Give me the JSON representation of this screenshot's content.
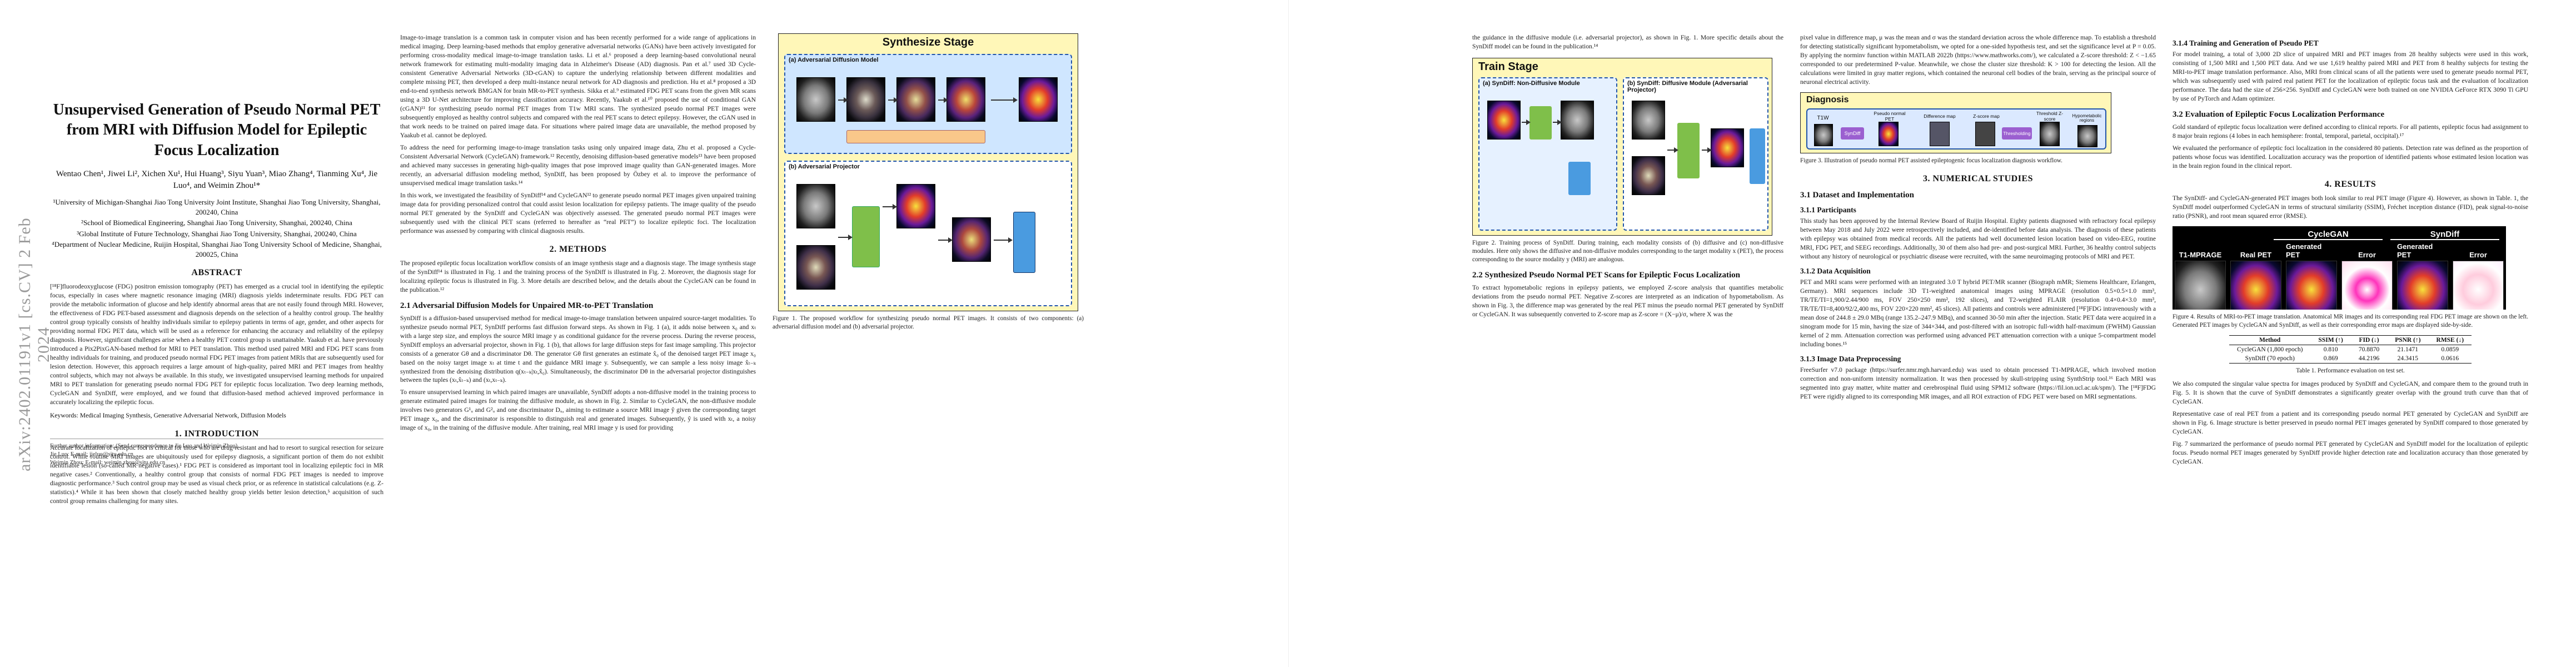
{
  "arxiv_stamp": "arXiv:2402.01191v1  [cs.CV]  2 Feb 2024",
  "paper": {
    "title": "Unsupervised Generation of Pseudo Normal PET from MRI with Diffusion Model for Epileptic Focus Localization",
    "authors": "Wentao Chen¹, Jiwei Li², Xichen Xu¹, Hui Huang³, Siyu Yuan³, Miao Zhang⁴, Tianming Xu⁴, Jie Luo⁴, and Weimin Zhou¹*",
    "affiliations": [
      "¹University of Michigan-Shanghai Jiao Tong University Joint Institute, Shanghai Jiao Tong University, Shanghai, 200240, China",
      "²School of Biomedical Engineering, Shanghai Jiao Tong University, Shanghai, 200240, China",
      "³Global Institute of Future Technology, Shanghai Jiao Tong University, Shanghai, 200240, China",
      "⁴Department of Nuclear Medicine, Ruijin Hospital, Shanghai Jiao Tong University School of Medicine, Shanghai, 200025, China"
    ],
    "abstract_heading": "ABSTRACT",
    "abstract": "[¹⁸F]fluorodeoxyglucose (FDG) positron emission tomography (PET) has emerged as a crucial tool in identifying the epileptic focus, especially in cases where magnetic resonance imaging (MRI) diagnosis yields indeterminate results. FDG PET can provide the metabolic information of glucose and help identify abnormal areas that are not easily found through MRI. However, the effectiveness of FDG PET-based assessment and diagnosis depends on the selection of a healthy control group. The healthy control group typically consists of healthy individuals similar to epilepsy patients in terms of age, gender, and other aspects for providing normal FDG PET data, which will be used as a reference for enhancing the accuracy and reliability of the epilepsy diagnosis. However, significant challenges arise when a healthy PET control group is unattainable. Yaakub et al. have previously introduced a Pix2PixGAN-based method for MRI to PET translation. This method used paired MRI and FDG PET scans from healthy individuals for training, and produced pseudo normal FDG PET images from patient MRIs that are subsequently used for lesion detection. However, this approach requires a large amount of high-quality, paired MRI and PET images from healthy control subjects, which may not always be available. In this study, we investigated unsupervised learning methods for unpaired MRI to PET translation for generating pseudo normal FDG PET for epileptic focus localization. Two deep learning methods, CycleGAN and SynDiff, were employed, and we found that diffusion-based method achieved improved performance in accurately localizing the epileptic focus.",
    "keywords": "Keywords: Medical Imaging Synthesis, Generative Adversarial Network, Diffusion Models",
    "intro_heading": "1. INTRODUCTION",
    "intro": "Accurate localization of epileptic foci is critical for those who are drug-resistant and had to resort to surgical resection for seizure control. While routine MRI images are ubiquitously used for epilepsy diagnosis, a significant portion of them do not exhibit identifiable lesion (so-called MR negative cases).¹ FDG PET is considered as important tool in localizing epileptic foci in MR negative cases.² Conventionally, a healthy control group that consists of normal FDG PET images is needed to improve diagnostic performance.³ Such control group may be used as visual check prior, or as reference in statistical calculations (e.g. Z-statistics).⁴ While it has been shown that closely matched healthy group yields better lesion detection,⁵ acquisition of such control group remains challenging for many sites.",
    "footnote": "Further author information: (Send correspondence to Jie Luo and Weimin Zhou)\nJie Luo: E-mail: jieluo@sjtu.edu.cn\nWeimin Zhou: E-mail: weimin.zhou@sjtu.edu.cn",
    "col2_para1": "Image-to-image translation is a common task in computer vision and has been recently performed for a wide range of applications in medical imaging. Deep learning-based methods that employ generative adversarial networks (GANs) have been actively investigated for performing cross-modality medical image-to-image translation tasks. Li et al.⁶ proposed a deep learning-based convolutional neural network framework for estimating multi-modality imaging data in Alzheimer's Disease (AD) diagnosis. Pan et al.⁷ used 3D Cycle-consistent Generative Adversarial Networks (3D-cGAN) to capture the underlying relationship between different modalities and complete missing PET, then developed a deep multi-instance neural network for AD diagnosis and prediction. Hu et al.⁸ proposed a 3D end-to-end synthesis network BMGAN for brain MR-to-PET synthesis. Sikka et al.⁹ estimated FDG PET scans from the given MR scans using a 3D U-Net architecture for improving classification accuracy. Recently, Yaakub et al.¹⁰ proposed the use of conditional GAN (cGAN)¹¹ for synthesizing pseudo normal PET images from T1w MRI scans. The synthesized pseudo normal PET images were subsequently employed as healthy control subjects and compared with the real PET scans to detect epilepsy. However, the cGAN used in that work needs to be trained on paired image data. For situations where paired image data are unavailable, the method proposed by Yaakub et al. cannot be deployed.",
    "col2_para2": "To address the need for performing image-to-image translation tasks using only unpaired image data, Zhu et al. proposed a Cycle-Consistent Adversarial Network (CycleGAN) framework.¹² Recently, denoising diffusion-based generative models¹³ have been proposed and achieved many successes in generating high-quality images that pose improved image quality than GAN-generated images. More recently, an adversarial diffusion modeling method, SynDiff, has been proposed by Özbey et al. to improve the performance of unsupervised medical image translation tasks.¹⁴",
    "col2_para3": "In this work, we investigated the feasibility of SynDiff¹⁴ and CycleGAN¹² to generate pseudo normal PET images given unpaired training image data for providing personalized control that could assist lesion localization for epilepsy patients. The image quality of the pseudo normal PET generated by the SynDiff and CycleGAN was objectively assessed. The generated pseudo normal PET images were subsequently used with the clinical PET scans (referred to hereafter as “real PET”) to localize epileptic foci. The localization performance was assessed by comparing with clinical diagnosis results.",
    "methods_heading": "2. METHODS",
    "methods_text": "The proposed epileptic focus localization workflow consists of an image synthesis stage and a diagnosis stage. The image synthesis stage of the SynDiff¹⁴ is illustrated in Fig. 1 and the training process of the SynDiff is illustrated in Fig. 2. Moreover, the diagnosis stage for localizing epileptic focus is illustrated in Fig. 3. More details are described below, and the details about the CycleGAN can be found in the publication.¹²",
    "sec21_heading": "2.1 Adversarial Diffusion Models for Unpaired MR-to-PET Translation",
    "sec21_text": "SynDiff is a diffusion-based unsupervised method for medical image-to-image translation between unpaired source-target modalities. To synthesize pseudo normal PET, SynDiff performs fast diffusion forward steps. As shown in Fig. 1 (a), it adds noise between x₀ and xₜ with a large step size, and employs the source MRI image y as conditional guidance for the reverse process. During the reverse process, SynDiff employs an adversarial projector, shown in Fig. 1 (b), that allows for large diffusion steps for fast image sampling. This projector consists of a generator Gθ and a discriminator Dθ. The generator Gθ first generates an estimate x̂₀ of the denoised target PET image x₀ based on the noisy target image xₜ at time t and the guidance MRI image y. Subsequently, we can sample a less noisy image x̂ₜ₋ₖ synthesized from the denoising distribution q(xₜ₋ₖ|xₜ,x̂₀). Simultaneously, the discriminator Dθ in the adversarial projector distinguishes between the tuples (xₜ,x̂ₜ₋ₖ) and (xₜ,xₜ₋ₖ).",
    "sec21_text2": "To ensure unsupervised learning in which paired images are unavailable, SynDiff adopts a non-diffusive model in the training process to generate estimated paired images for training the diffusive module, as shown in Fig. 2. Similar to CycleGAN, the non-diffusive module involves two generators G¹ᵤ and G²ᵤ and one discriminator Dᵤ, aiming to estimate a source MRI image ŷ given the corresponding target PET image x₀, and the discriminator is responsible to distinguish real and generated images. Subsequently, ŷ is used with xₜ, a noisy image of x₀, in the training of the diffusive module. After training, real MRI image y is used for providing",
    "fig1_title": "Synthesize Stage",
    "fig1_panel_a": "(a) Adversarial Diffusion Model",
    "fig1_panel_b": "(b) Adversarial Projector",
    "fig1_caption": "Figure 1. The proposed workflow for synthesizing pseudo normal PET images. It consists of two components: (a) adversarial diffusion model and (b) adversarial projector.",
    "p2c1_text": "the guidance in the diffusive module (i.e. adversarial projector), as shown in Fig. 1. More specific details about the SynDiff model can be found in the publication.¹⁴",
    "fig2_title": "Train Stage",
    "fig2_panel_a": "(a) SynDiff: Non-Diffusive Module",
    "fig2_panel_b": "(b) SynDiff: Diffusive Module (Adversarial Projector)",
    "fig2_caption": "Figure 2. Training process of SynDiff. During training, each modality consists of (b) diffusive and (c) non-diffusive modules. Here only shows the diffusive and non-diffusive modules corresponding to the target modality x (PET), the process corresponding to the source modality y (MRI) are analogous.",
    "sec22_heading": "2.2 Synthesized Pseudo Normal PET Scans for Epileptic Focus Localization",
    "sec22_text": "To extract hypometabolic regions in epilepsy patients, we employed Z-score analysis that quantifies metabolic deviations from the pseudo normal PET. Negative Z-scores are interpreted as an indication of hypometabolism. As shown in Fig. 3, the difference map was generated by the real PET minus the pseudo normal PET generated by SynDiff or CycleGAN. It was subsequently converted to Z-score map as Z-score = (X−μ)/σ, where X was the",
    "p2c2_para1": "pixel value in difference map, μ was the mean and σ was the standard deviation across the whole difference map. To establish a threshold for detecting statistically significant hypometabolism, we opted for a one-sided hypothesis test, and set the significance level at P = 0.05. By applying the norminv function within MATLAB 2022b (https://www.mathworks.com/), we calculated a Z-score threshold: Z < −1.65 corresponded to our predetermined P-value. Meanwhile, we chose the cluster size threshold: K > 100 for detecting the lesion. All the calculations were limited in gray matter regions, which contained the neuronal cell bodies of the brain, serving as the principal source of neuronal electrical activity.",
    "fig3_title": "Diagnosis",
    "fig3_blocks": [
      "T1W",
      "SynDiff",
      "Pseudo normal PET",
      "Difference map",
      "Z-score map",
      "Thresholding",
      "Threshold Z-score",
      "Hypometabolic regions"
    ],
    "fig3_caption": "Figure 3. Illustration of pseudo normal PET assisted epileptogenic focus localization diagnosis workflow.",
    "num_heading": "3. NUMERICAL STUDIES",
    "sec31_heading": "3.1 Dataset and Implementation",
    "sec311_heading": "3.1.1 Participants",
    "sec311_text": "This study has been approved by the Internal Review Board of Ruijin Hospital. Eighty patients diagnosed with refractory focal epilepsy between May 2018 and July 2022 were retrospectively included, and de-identified before data analysis. The diagnosis of these patients with epilepsy was obtained from medical records. All the patients had well documented lesion location based on video-EEG, routine MRI, FDG PET, and SEEG recordings. Additionally, 30 of them also had pre- and post-surgical MRI. Further, 36 healthy control subjects without any history of neurological or psychiatric disease were recruited, with the same neuroimaging protocols of MRI and PET.",
    "sec312_heading": "3.1.2 Data Acquisition",
    "sec312_text": "PET and MRI scans were performed with an integrated 3.0 T hybrid PET/MR scanner (Biograph mMR; Siemens Healthcare, Erlangen, Germany). MRI sequences include 3D T1-weighted anatomical images using MPRAGE (resolution 0.5×0.5×1.0 mm³, TR/TE/TI=1,900/2.44/900 ms, FOV 250×250 mm², 192 slices), and T2-weighted FLAIR (resolution 0.4×0.4×3.0 mm³, TR/TE/TI=8,400/92/2,400 ms, FOV 220×220 mm², 45 slices). All patients and controls were administered [¹⁸F]FDG intravenously with a mean dose of 244.8 ± 29.0 MBq (range 135.2–247.9 MBq), and scanned 30-50 min after the injection. Static PET data were acquired in a sinogram mode for 15 min, having the size of 344×344, and post-filtered with an isotropic full-width half-maximum (FWHM) Gaussian kernel of 2 mm. Attenuation correction was performed using advanced PET attenuation correction with a unique 5-compartment model including bones.¹⁵",
    "sec313_heading": "3.1.3 Image Data Preprocessing",
    "sec313_text": "FreeSurfer v7.0 package (https://surfer.nmr.mgh.harvard.edu) was used to obtain processed T1-MPRAGE, which involved motion correction and non-uniform intensity normalization. It was then processed by skull-stripping using SynthStrip tool.¹⁶ Each MRI was segmented into gray matter, white matter and cerebrospinal fluid using SPM12 software (https://fil.ion.ucl.ac.uk/spm/). The [¹⁸F]FDG PET were rigidly aligned to its corresponding MR images, and all ROI extraction of FDG PET were based on MRI segmentations.",
    "sec314_heading": "3.1.4 Training and Generation of Pseudo PET",
    "sec314_text": "For model training, a total of 3,000 2D slice of unpaired MRI and PET images from 28 healthy subjects were used in this work, consisting of 1,500 MRI and 1,500 PET data. And we use 1,619 healthy paired MRI and PET from 8 healthy subjects for testing the MRI-to-PET image translation performance. Also, MRI from clinical scans of all the patients were used to generate pseudo normal PET, which was subsequently used with paired real patient PET for the localization of epileptic focus task and the evaluation of localization performance. The data had the size of 256×256. SynDiff and CycleGAN were both trained on one NVIDIA GeForce RTX 3090 Ti GPU by use of PyTorch and Adam optimizer.",
    "sec32_heading": "3.2 Evaluation of Epileptic Focus Localization Performance",
    "sec32_text": "Gold standard of epileptic focus localization were defined according to clinical reports. For all patients, epileptic focus had assignment to 8 major brain regions (4 lobes in each hemisphere: frontal, temporal, parietal, occipital).¹⁷",
    "sec32_text2": "We evaluated the performance of epileptic foci localization in the considered 80 patients. Detection rate was defined as the proportion of patients whose focus was identified. Localization accuracy was the proportion of identified patients whose estimated lesion location was in the brain region found in the clinical report.",
    "results_heading": "4. RESULTS",
    "results_text": "The SynDiff- and CycleGAN-generated PET images both look similar to real PET image (Figure 4). However, as shown in Table. 1, the SynDiff model outperformed CycleGAN in terms of structural similarity (SSIM), Fréchet inception distance (FID), peak signal-to-noise ratio (PSNR), and root mean squared error (RMSE).",
    "fig4_labels": [
      "T1-MPRAGE",
      "Real PET",
      "Generated PET",
      "Error",
      "Generated PET",
      "Error"
    ],
    "fig4_groups": [
      "CycleGAN",
      "SynDiff"
    ],
    "fig4_caption": "Figure 4. Results of MRI-to-PET image translation. Anatomical MR images and its corresponding real FDG PET image are shown on the left. Generated PET images by CycleGAN and SynDiff, as well as their corresponding error maps are displayed side-by-side.",
    "table": {
      "headers": [
        "Method",
        "SSIM (↑)",
        "FID (↓)",
        "PSNR (↑)",
        "RMSE (↓)"
      ],
      "rows": [
        [
          "CycleGAN (1,800 epoch)",
          "0.810",
          "70.8870",
          "21.1471",
          "0.0859"
        ],
        [
          "SynDiff (70 epoch)",
          "0.869",
          "44.2196",
          "24.3415",
          "0.0616"
        ]
      ],
      "caption": "Table 1. Performance evaluation on test set."
    },
    "results_text2": "We also computed the singular value spectra for images produced by SynDiff and CycleGAN, and compare them to the ground truth in Fig. 5. It is shown that the curve of SynDiff demonstrates a significantly greater overlap with the ground truth curve than that of CycleGAN.",
    "results_text3": "Representative case of real PET from a patient and its corresponding pseudo normal PET generated by CycleGAN and SynDiff are shown in Fig. 6. Image structure is better preserved in pseudo normal PET images generated by SynDiff compared to those generated by CycleGAN.",
    "results_text4": "Fig. 7 summarized the performance of pseudo normal PET generated by CycleGAN and SynDiff model for the localization of epileptic focus. Pseudo normal PET images generated by SynDiff provide higher detection rate and localization accuracy than those generated by CycleGAN."
  }
}
